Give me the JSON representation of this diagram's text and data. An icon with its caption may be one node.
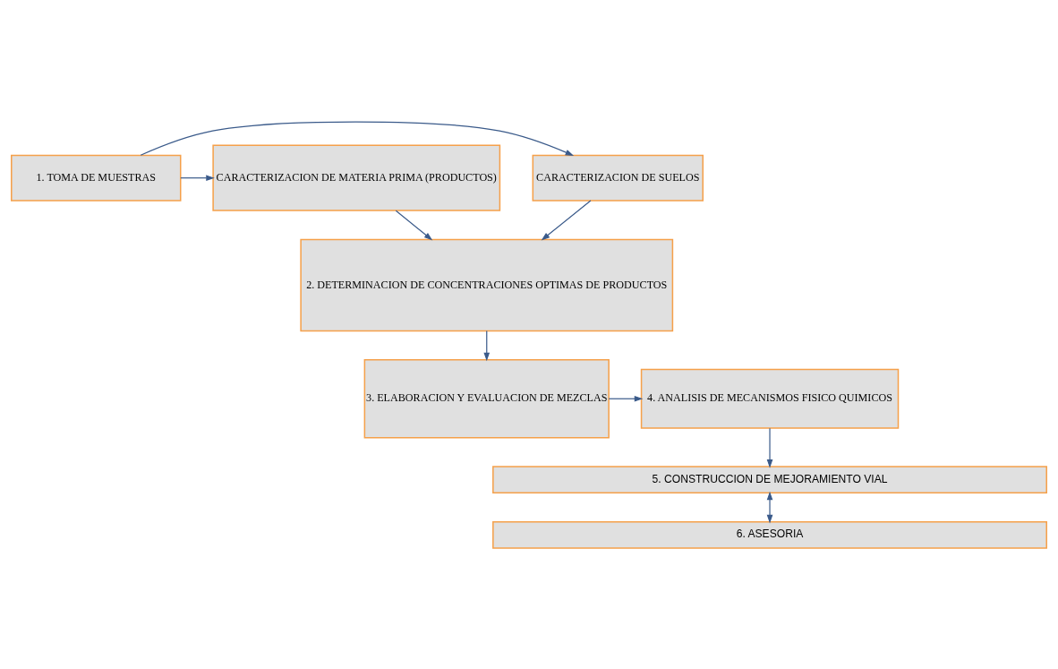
{
  "diagram": {
    "nodes": [
      {
        "text": [
          "CARACTERIZACION DE SUELOS"
        ]
      },
      {
        "text": [
          "1. TOMA DE MUESTRAS"
        ]
      },
      {
        "text": [
          "CARACTERIZACION DE MATERIA PRIMA (PRODUCTOS)"
        ]
      },
      {
        "text": [
          "2. DETERMINACION DE CONCENTRACIONES OPTIMAS DE PRODUCTOS"
        ]
      },
      {
        "text": [
          "3. ELABORACION Y EVALUACION DE MEZCLAS"
        ]
      },
      {
        "text": [
          "4. ANALISIS DE MECANISMOS FISICO QUIMICOS"
        ]
      },
      {
        "text": [
          "5. CONSTRUCCION DE MEJORAMIENTO VIAL"
        ]
      },
      {
        "text": [
          "6. ASESORIA"
        ]
      }
    ],
    "edges": [
      {
        "from": 1,
        "to": 0,
        "arrow": "to"
      },
      {
        "from": 1,
        "to": 2,
        "arrow": "to"
      },
      {
        "from": 0,
        "to": 3,
        "arrow": "to"
      },
      {
        "from": 2,
        "to": 3,
        "arrow": "to"
      },
      {
        "from": 3,
        "to": 4,
        "arrow": "to"
      },
      {
        "from": 4,
        "to": 5,
        "arrow": "to"
      },
      {
        "from": 5,
        "to": 6,
        "arrow": "to"
      },
      {
        "from": 6,
        "to": 7,
        "arrow": "both"
      }
    ]
  }
}
